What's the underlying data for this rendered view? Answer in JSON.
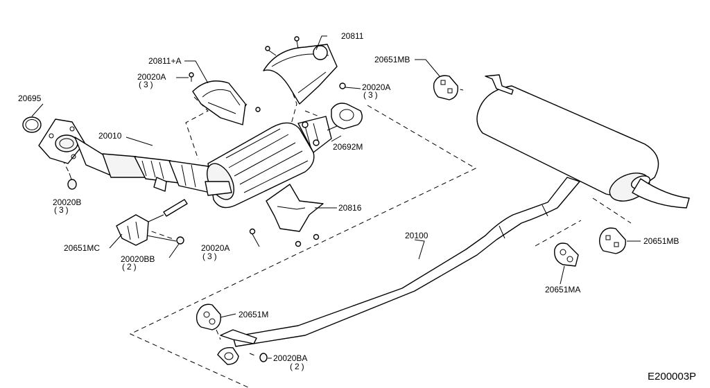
{
  "diagram_ref": "E200003P",
  "labels": {
    "p20695": "20695",
    "p20010": "20010",
    "p20020b": "20020B",
    "p20020b_qty": "(3)",
    "p20811a": "20811+A",
    "p20020a_top": "20020A",
    "p20020a_top_qty": "(3)",
    "p20811": "20811",
    "p20020a_right": "20020A",
    "p20020a_right_qty": "(3)",
    "p20692m": "20692M",
    "p20816": "20816",
    "p20020a_bottom": "20020A",
    "p20020a_bottom_qty": "(3)",
    "p20651mc": "20651MC",
    "p20020bb": "20020BB",
    "p20020bb_qty": "(2)",
    "p20651mb_top": "20651MB",
    "p20651mb_right": "20651MB",
    "p20100": "20100",
    "p20651ma": "20651MA",
    "p20651m": "20651M",
    "p20020ba": "20020BA",
    "p20020ba_qty": "(2)"
  }
}
